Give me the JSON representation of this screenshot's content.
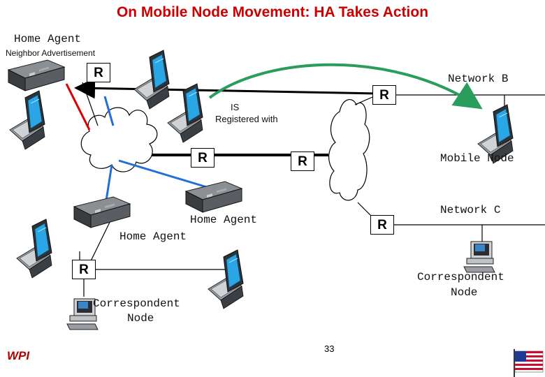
{
  "title": "On Mobile Node Movement: HA Takes Action",
  "labels": {
    "home_agent_top": "Home Agent",
    "neighbor_advertisement": "Neighbor Advertisement",
    "network_b": "Network B",
    "is_registered_line1": "IS",
    "is_registered_line2": "Registered with",
    "mobile_node": "Mobile Node",
    "network_c": "Network C",
    "home_agent_mid": "Home Agent",
    "home_agent_left": "Home Agent",
    "correspondent_right_line1": "Correspondent",
    "correspondent_right_line2": "Node",
    "correspondent_left_line1": "Correspondent",
    "correspondent_left_line2": "Node"
  },
  "router_label": "R",
  "footer": {
    "logo_text": "WPI",
    "page_number": "33"
  },
  "colors": {
    "title": "#cc0000",
    "red_link": "#dd0000",
    "blue_link": "#1e6fd9",
    "green_arrow": "#2a9d5c",
    "logo": "#b00000"
  }
}
